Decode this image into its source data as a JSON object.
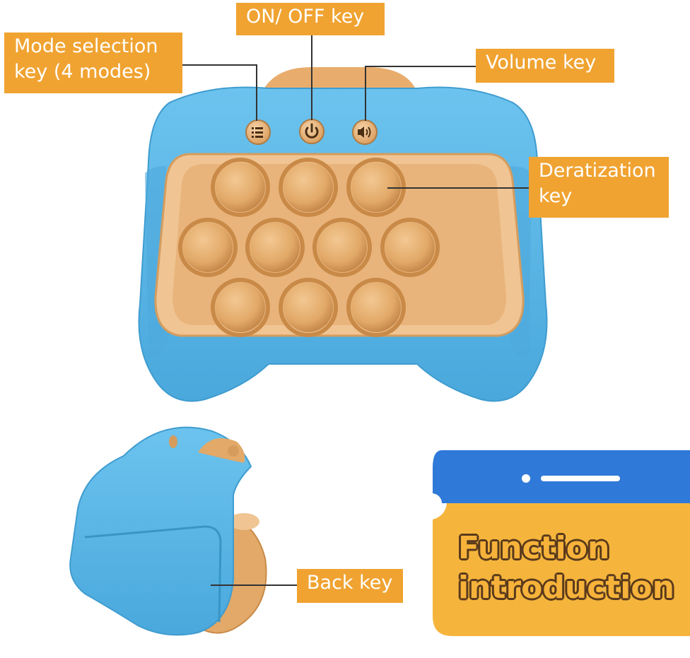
{
  "labels": {
    "mode_selection_line1": "Mode selection",
    "mode_selection_line2": "key (4 modes)",
    "on_off": "ON/ OFF key",
    "volume": "Volume key",
    "deratization_line1": "Deratization",
    "deratization_line2": "key",
    "back": "Back key"
  },
  "card": {
    "title_line1": "Function",
    "title_line2": "introduction"
  },
  "colors": {
    "label_bg": "#f0a331",
    "body_blue": "#5bb7e6",
    "bubble_orange": "#e2a968",
    "card_blue": "#2f79d8",
    "card_yellow": "#f5b53c"
  },
  "icons": [
    "menu-icon",
    "power-icon",
    "speaker-icon"
  ]
}
